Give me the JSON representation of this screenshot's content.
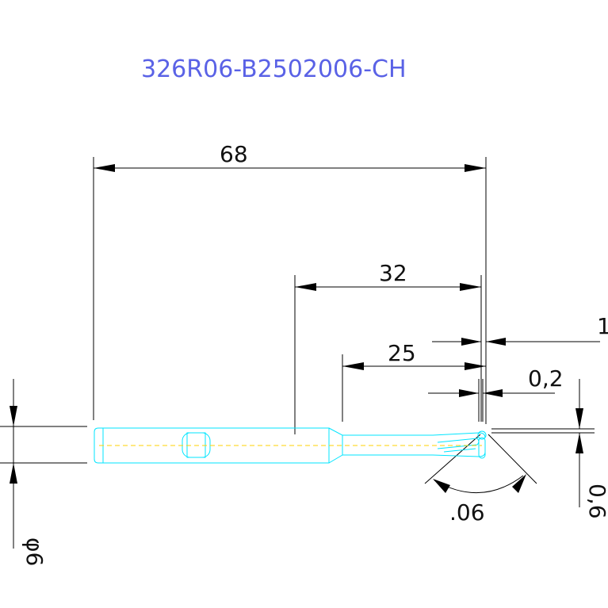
{
  "title": "326R06-B2502006-CH",
  "colors": {
    "title": "#5a62e6",
    "part_outline": "#00e5ff",
    "centerline": "#ffd200",
    "dimension": "#000000"
  },
  "dimensions": {
    "overall_length": "68",
    "reduced_length": "32",
    "neck_length": "25",
    "tip_offset_1": "1",
    "tip_offset_2": "0,2",
    "shank_diameter": "φ6",
    "tip_diameter": "0,6",
    "angle": ".06"
  }
}
